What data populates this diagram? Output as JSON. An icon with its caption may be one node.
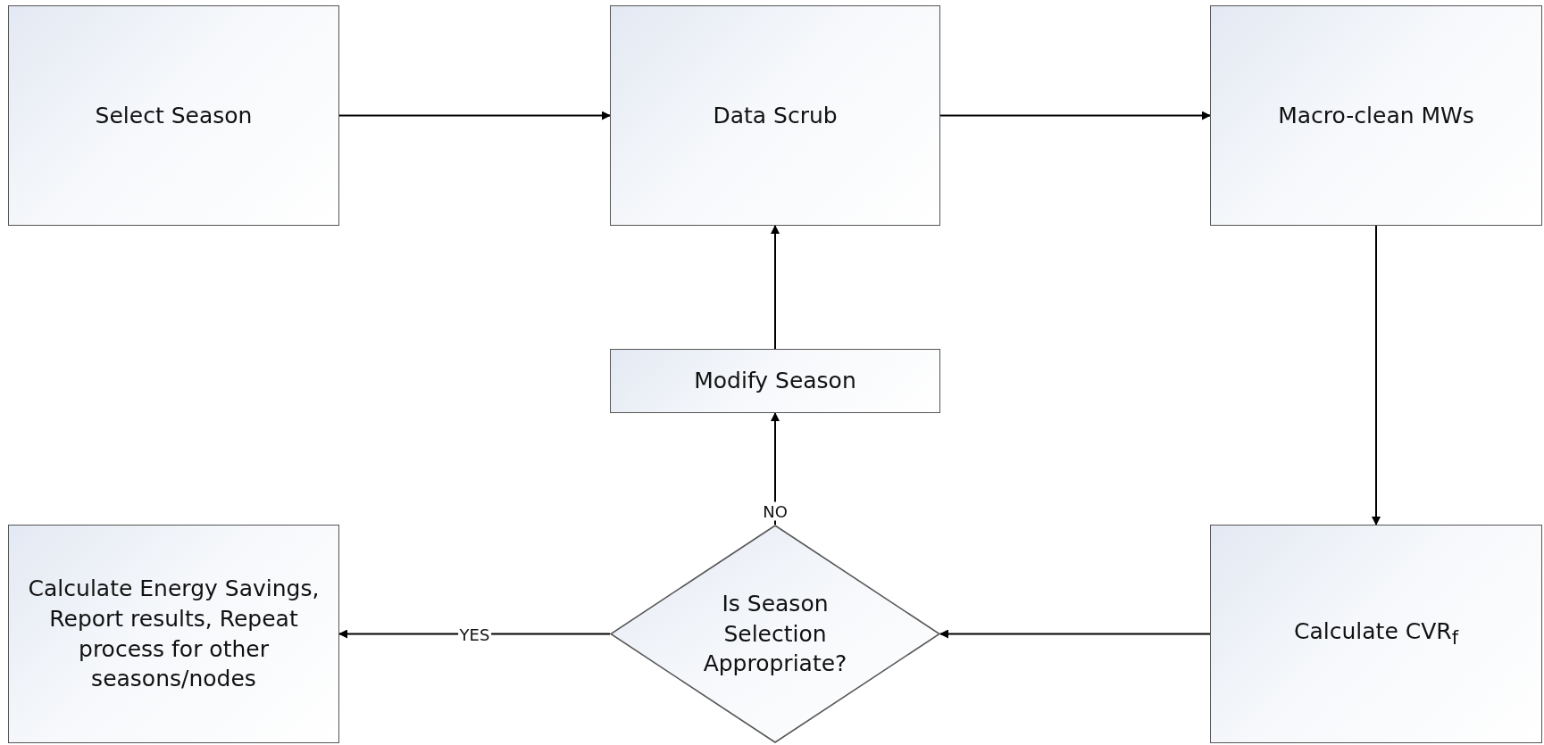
{
  "diagram": {
    "nodes": [
      {
        "text": [
          "Select Season"
        ]
      },
      {
        "text": [
          "Data Scrub"
        ]
      },
      {
        "text": [
          "Macro-clean MWs"
        ]
      },
      {
        "text": [
          "Modify Season"
        ]
      },
      {
        "text": [
          "Calculate Energy Savings, Report results, Repeat process for other seasons/nodes"
        ]
      },
      {
        "text": [
          "Is Season Selection Appropriate?"
        ]
      },
      {
        "text": [
          "Calculate CVR$_{f}$"
        ]
      }
    ],
    "edges": [
      {
        "from": 0,
        "to": 1,
        "arrow": "to"
      },
      {
        "from": 1,
        "to": 2,
        "arrow": "to"
      },
      {
        "from": 2,
        "to": 6,
        "arrow": "to"
      },
      {
        "from": 6,
        "to": 5,
        "arrow": "to"
      },
      {
        "from": 5,
        "to": 4,
        "arrow": "to",
        "label": "YES"
      },
      {
        "from": 5,
        "to": 3,
        "arrow": "to",
        "label": "NO"
      },
      {
        "from": 3,
        "to": 1,
        "arrow": "to"
      }
    ]
  }
}
